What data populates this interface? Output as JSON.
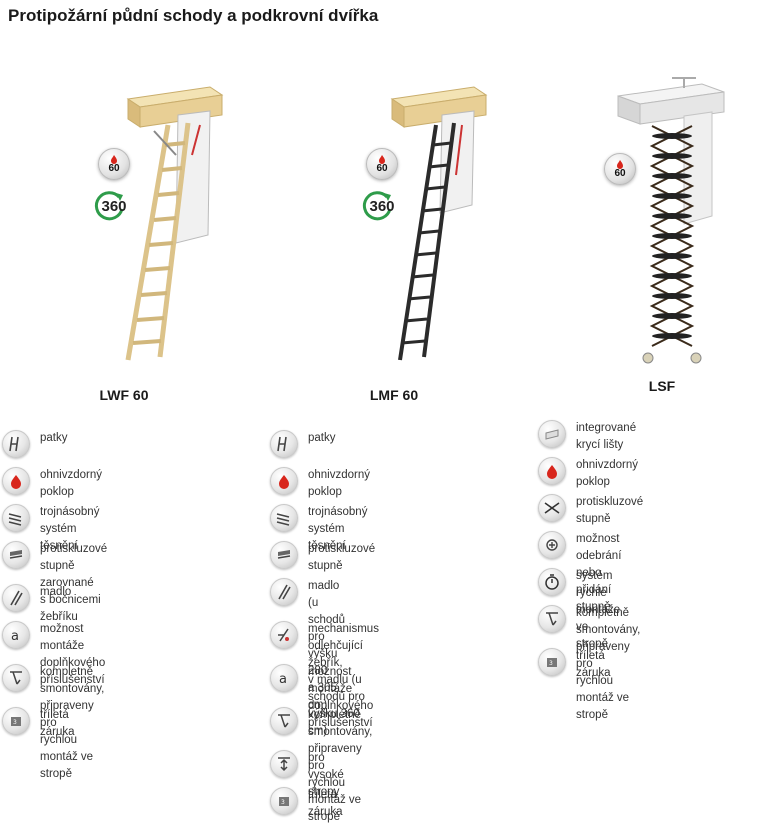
{
  "page": {
    "title": "Protipožární půdní schody a podkrovní dvířka"
  },
  "colors": {
    "fire": "#d8261c",
    "rotate_ring": "#2e9c4a",
    "wood": "#e8cf95",
    "metal_dark": "#2b2b2b"
  },
  "products": [
    {
      "name": "LWF 60",
      "badge_fire": "60",
      "badge_rotate": "360",
      "features": [
        {
          "icon": "ladder-feet-icon",
          "label": "patky"
        },
        {
          "icon": "fire-hatch-icon",
          "label": "ohnivzdorný poklop"
        },
        {
          "icon": "triple-seal-icon",
          "label": "trojnásobný systém těsnění"
        },
        {
          "icon": "antislip-step-icon",
          "label": "protiskluzové stupně zarovnané\ns bočnicemi žebříku"
        },
        {
          "icon": "handrail-icon",
          "label": "madlo"
        },
        {
          "icon": "accessory-icon",
          "label": "možnost montáže doplňkového\npříslušenství"
        },
        {
          "icon": "preassembled-icon",
          "label": "kompletně smontovány, připraveny pro\nrychlou montáž ve stropě"
        },
        {
          "icon": "warranty-icon",
          "label": "tříletá záruka"
        }
      ]
    },
    {
      "name": "LMF 60",
      "badge_fire": "60",
      "badge_rotate": "360",
      "features": [
        {
          "icon": "ladder-feet-icon",
          "label": "patky"
        },
        {
          "icon": "fire-hatch-icon",
          "label": "ohnivzdorný poklop"
        },
        {
          "icon": "triple-seal-icon",
          "label": "trojnásobný systém těsnění"
        },
        {
          "icon": "antislip-step-icon",
          "label": "protiskluzové stupně"
        },
        {
          "icon": "handrail-icon",
          "label": "madlo (u schodů pro výšku 280\na 305 cm)"
        },
        {
          "icon": "ladder-mechanism-icon",
          "label": "mechanismus odlehčující žebřík,\nv madlu (u schodů pro výšku 360 cm)"
        },
        {
          "icon": "accessory-icon",
          "label": "možnost montáže doplňkového\npříslušenství"
        },
        {
          "icon": "preassembled-icon",
          "label": "kompletně smontovány, připraveny pro\nrychlou montáž ve stropě"
        },
        {
          "icon": "high-ceiling-icon",
          "label": "pro vysoké stropy"
        },
        {
          "icon": "warranty-icon",
          "label": "tříletá záruka"
        }
      ]
    },
    {
      "name": "LSF",
      "badge_fire": "60",
      "features": [
        {
          "icon": "cover-strip-icon",
          "label": "integrované krycí lišty"
        },
        {
          "icon": "fire-hatch-icon",
          "label": "ohnivzdorný poklop"
        },
        {
          "icon": "antislip-step-icon",
          "label": "protiskluzové stupně"
        },
        {
          "icon": "add-remove-step-icon",
          "label": "možnost odebrání nebo přidání stupně"
        },
        {
          "icon": "quick-install-icon",
          "label": "systém rychlé montáže ve stropě"
        },
        {
          "icon": "preassembled-icon",
          "label": "kompletně smontovány, připraveny pro\nrychlou montáž ve stropě"
        },
        {
          "icon": "warranty-icon",
          "label": "tříletá záruka"
        }
      ]
    }
  ]
}
